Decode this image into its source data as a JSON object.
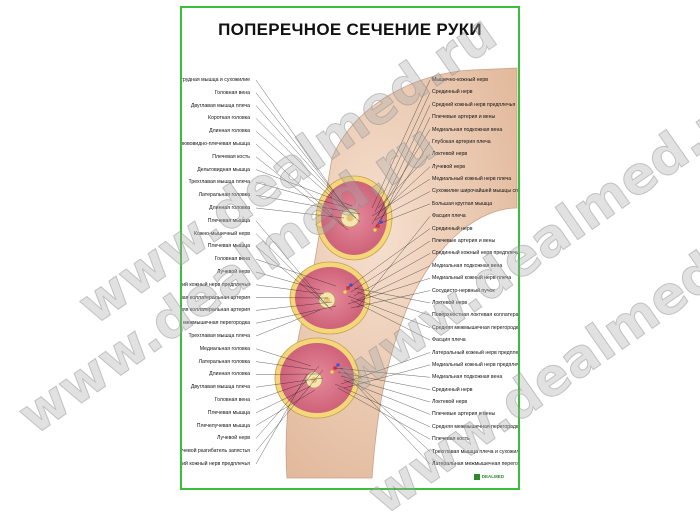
{
  "title": "ПОПЕРЕЧНОЕ СЕЧЕНИЕ РУКИ",
  "watermark": "www.dealmed.ru",
  "logo": "DEALMED",
  "colors": {
    "frame": "#3bbf3b",
    "skin": "#efd2bd",
    "muscle": "#d9748a",
    "fat": "#f3d77a",
    "bone": "#f5e6b0",
    "nerve": "#f2e24a",
    "vessel_artery": "#d83a3a",
    "vessel_vein": "#3a5ad8"
  },
  "labels_left": [
    "Большая грудная мышца и сухожилие",
    "Головная вена",
    "Двуглавая мышца плеча",
    "Короткая головка",
    "Длинная головка",
    "Клювовидно-плечевая мышца",
    "Плечевая кость",
    "Дельтовидная мышца",
    "Трехглавая мышца плеча",
    "Латеральная головка",
    "Длинная головка",
    "Плечевая мышца",
    "Кожно-мышечный нерв",
    "Плечевая мышца",
    "Головная вена",
    "Лучевой нерв",
    "Задний кожный нерв предплечья",
    "Лучевая коллатеральная артерия",
    "Средняя коллатеральная артерия",
    "Боковая межмышечная перегородка",
    "Трехглавая мышца плеча",
    "Медиальная головка",
    "Латеральная головка",
    "Длинная головка",
    "Двуглавая мышца плеча",
    "Головная вена",
    "Плечевая мышца",
    "Плечелучевая мышца",
    "Лучевой нерв",
    "Длинный лучевой разгибатель запястья",
    "Задний кожный нерв предплечья"
  ],
  "labels_right": [
    "Мышечно-кожный нерв",
    "Срединный нерв",
    "Средний кожный нерв предплечья",
    "Плечевые артерия и вены",
    "Медиальная подкожная вена",
    "Глубокая артерия плеча",
    "Локтевой нерв",
    "Лучевой нерв",
    "Медиальный кожный нерв плеча",
    "Сухожилие широчайшей мышцы спины",
    "Большая круглая мышца",
    "Фасция плеча",
    "Срединный нерв",
    "Плечевые артерия и вены",
    "Срединный кожный нерв предплечья",
    "Медиальная подкожная вена",
    "Медиальный кожный нерв плеча",
    "Сосудисто-нервный пучок",
    "Локтевой нерв",
    "Поверхностная локтевая коллатеральная артерия",
    "Средняя межмышечная перегородка",
    "Фасция плеча",
    "Латеральный кожный нерв предплечья",
    "Медиальный кожный нерв предплечья",
    "Медиальная подкожная вена",
    "Срединный нерв",
    "Локтевой нерв",
    "Плечевые артерия и вены",
    "Средняя межмышечная перегородка",
    "Плечевая кость",
    "Трехглавая мышца плеча и сухожилие",
    "Латеральная межмышечная перегородка"
  ]
}
